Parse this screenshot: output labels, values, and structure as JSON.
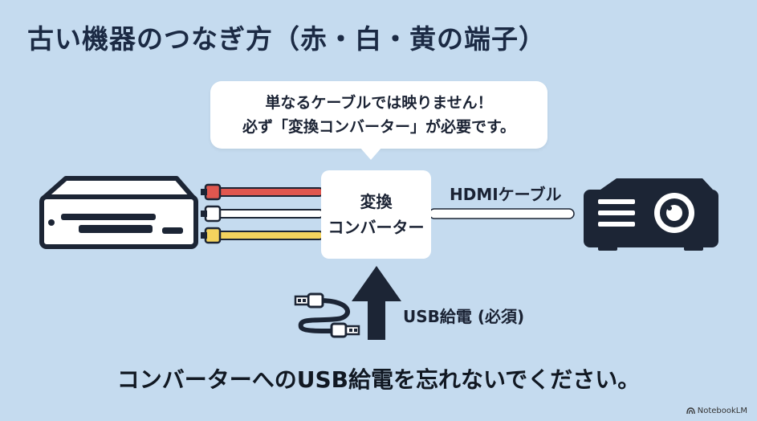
{
  "title": "古い機器のつなぎ方（赤・白・黄の端子）",
  "bubble": {
    "line1": "単なるケーブルでは映りません！",
    "line2": "必ず「変換コンバーター」が必要です。"
  },
  "converter": {
    "line1": "変換",
    "line2": "コンバーター"
  },
  "hdmi_label": "HDMIケーブル",
  "usb_label": "USB給電 (必須)",
  "bottom_text": "コンバーターへのUSB給電を忘れないでください。",
  "brand": "NotebookLM",
  "colors": {
    "background": "#c5dbef",
    "red_cable": "#e0574f",
    "white_cable": "#ffffff",
    "yellow_cable": "#f4d35e",
    "device_dark": "#1c2535"
  },
  "icons": [
    "dvd-player-icon",
    "projector-icon",
    "usb-cable-icon",
    "up-arrow-icon",
    "notebooklm-logo-icon"
  ]
}
